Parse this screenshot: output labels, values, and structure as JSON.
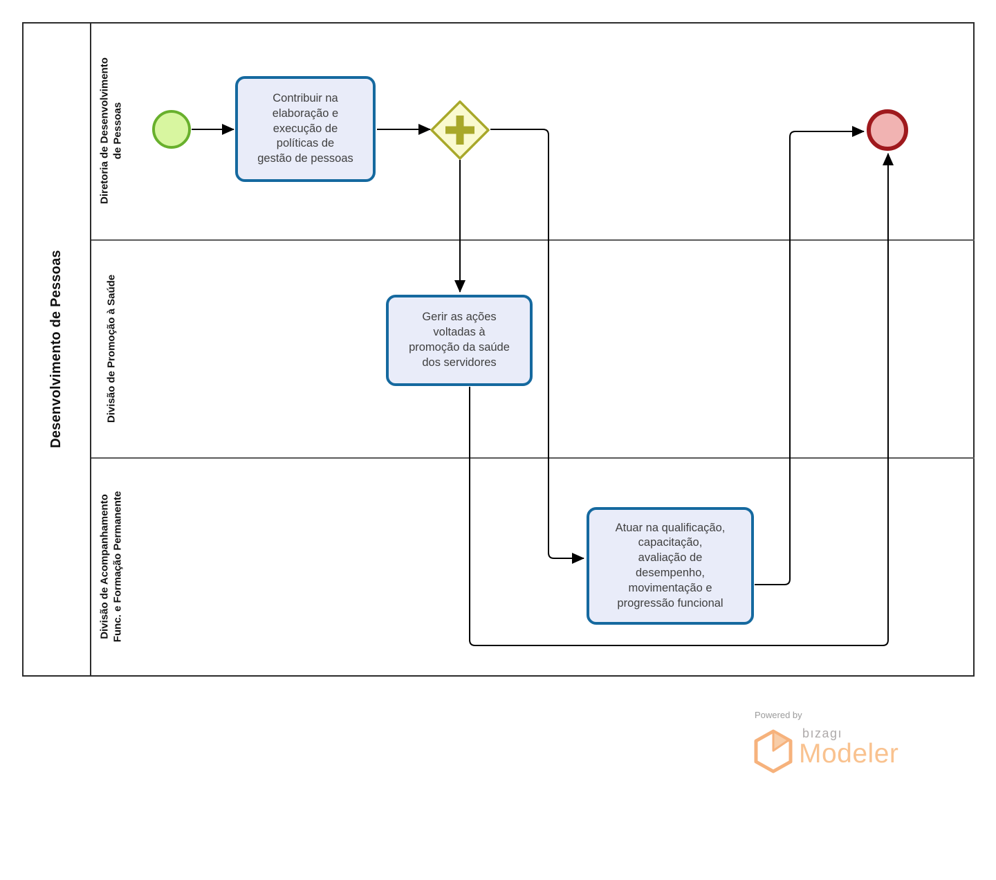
{
  "diagram": {
    "type": "bpmn-process",
    "tool": "Bizagi Modeler"
  },
  "pool": {
    "label": "Desenvolvimento de Pessoas"
  },
  "lanes": [
    {
      "label": "Diretoria de Desenvolvimento de Pessoas",
      "lines": [
        "Diretoria de Desenvolvimento",
        "de Pessoas"
      ]
    },
    {
      "label": "Divisão de Promoção à Saúde",
      "lines": [
        "Divisão de Promoção à Saúde"
      ]
    },
    {
      "label": "Divisão de Acompanhamento Func. e Formação Permanente",
      "lines": [
        "Divisão de Acompanhamento",
        "Func. e Formação Permanente"
      ]
    }
  ],
  "tasks": [
    {
      "label": "Contribuir na elaboração e execução de políticas de gestão de pessoas",
      "lines": [
        "Contribuir na",
        "elaboração e",
        "execução de",
        "políticas de",
        "gestão de pessoas"
      ],
      "lane": "Diretoria de Desenvolvimento de Pessoas"
    },
    {
      "label": "Gerir as ações voltadas à promoção da saúde dos servidores",
      "lines": [
        "Gerir as ações",
        "voltadas à",
        "promoção da saúde",
        "dos servidores"
      ],
      "lane": "Divisão de Promoção à Saúde"
    },
    {
      "label": "Atuar na qualificação, capacitação, avaliação de desempenho, movimentação e progressão funcional",
      "lines": [
        "Atuar na qualificação,",
        "capacitação,",
        "avaliação de",
        "desempenho,",
        "movimentação e",
        "progressão funcional"
      ],
      "lane": "Divisão de Acompanhamento Func. e Formação Permanente"
    }
  ],
  "events": {
    "start": {
      "type": "start-event",
      "lane": "Diretoria de Desenvolvimento de Pessoas"
    },
    "end": {
      "type": "end-event",
      "lane": "Diretoria de Desenvolvimento de Pessoas"
    }
  },
  "gateway": {
    "type": "parallel-gateway",
    "symbol": "+"
  },
  "footer": {
    "powered_by": "Powered by",
    "brand": "bızagı",
    "product": "Modeler"
  },
  "colors": {
    "task_fill": "#e9ecf9",
    "task_border": "#15699f",
    "start_fill": "#d8f6a0",
    "start_border": "#68b02c",
    "end_fill": "#f1b3b2",
    "end_border": "#9f191d",
    "gateway_fill": "#fafad0",
    "gateway_border": "#a8a82a",
    "flow_line": "#000000",
    "pool_border": "#2b2b2b",
    "lane_divider": "#595959",
    "logo_orange": "#f9c28f",
    "logo_gray": "#9b9b9b"
  }
}
